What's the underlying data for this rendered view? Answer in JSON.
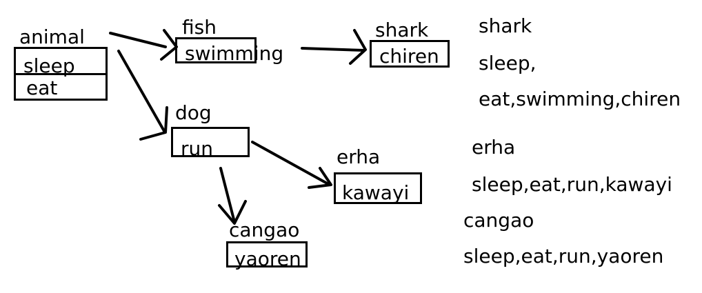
{
  "colors": {
    "ink": "#000000",
    "background": "#ffffff"
  },
  "classes": {
    "animal": {
      "name": "animal",
      "members": [
        "sleep",
        "eat"
      ]
    },
    "fish": {
      "name": "fish",
      "members": [
        "swimming"
      ]
    },
    "shark": {
      "name": "shark",
      "members": [
        "chiren"
      ]
    },
    "dog": {
      "name": "dog",
      "members": [
        "run"
      ]
    },
    "erha": {
      "name": "erha",
      "members": [
        "kawayi"
      ]
    },
    "cangao": {
      "name": "cangao",
      "members": [
        "yaoren"
      ]
    }
  },
  "relations": [
    {
      "from": "animal",
      "to": "fish"
    },
    {
      "from": "fish",
      "to": "shark"
    },
    {
      "from": "animal",
      "to": "dog"
    },
    {
      "from": "dog",
      "to": "erha"
    },
    {
      "from": "dog",
      "to": "cangao"
    }
  ],
  "summary": {
    "shark": {
      "name": "shark",
      "line1": "sleep,",
      "line2": "eat,swimming,chiren"
    },
    "erha": {
      "name": "erha",
      "line1": "sleep,eat,run,kawayi"
    },
    "cangao": {
      "name": "cangao",
      "line1": "sleep,eat,run,yaoren"
    }
  }
}
